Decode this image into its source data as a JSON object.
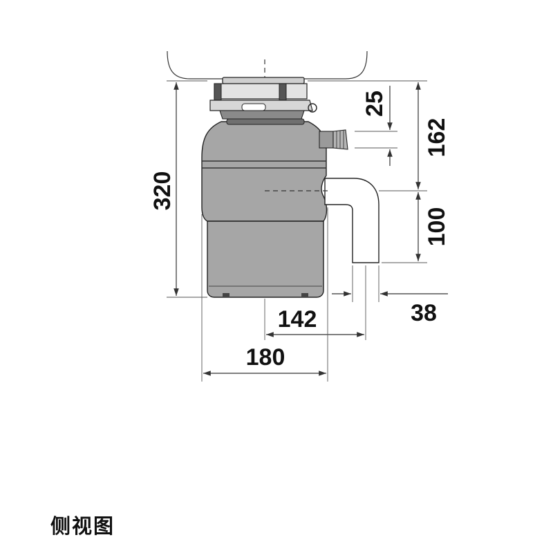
{
  "dimensions": {
    "total_height": "320",
    "to_inlet": "25",
    "to_outlet": "162",
    "outlet_drop": "100",
    "outlet_offset": "142",
    "outlet_diameter": "38",
    "body_width": "180"
  },
  "caption": "侧视图"
}
